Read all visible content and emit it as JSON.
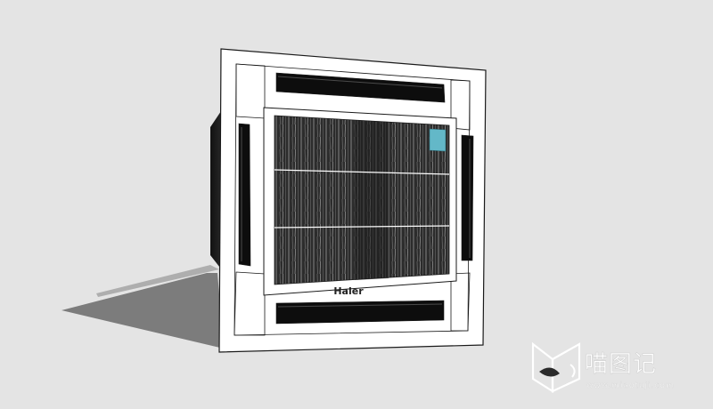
{
  "unit": {
    "brand_label": "Haier",
    "grille_vent_count": 2
  },
  "watermark": {
    "name": "喵图记",
    "url": "www.miaotuji.com"
  },
  "colors": {
    "background": "#e4e4e4",
    "shadow": "#7d7d7d",
    "panel": "#ffffff",
    "outline": "#1a1a1a",
    "grille": "#2b2b2b",
    "vent": "#0d0d0d",
    "indicator": "#63b8c8",
    "watermark": "#ffffff"
  },
  "icons": {
    "watermark_logo": "cat-leaf-icon"
  }
}
